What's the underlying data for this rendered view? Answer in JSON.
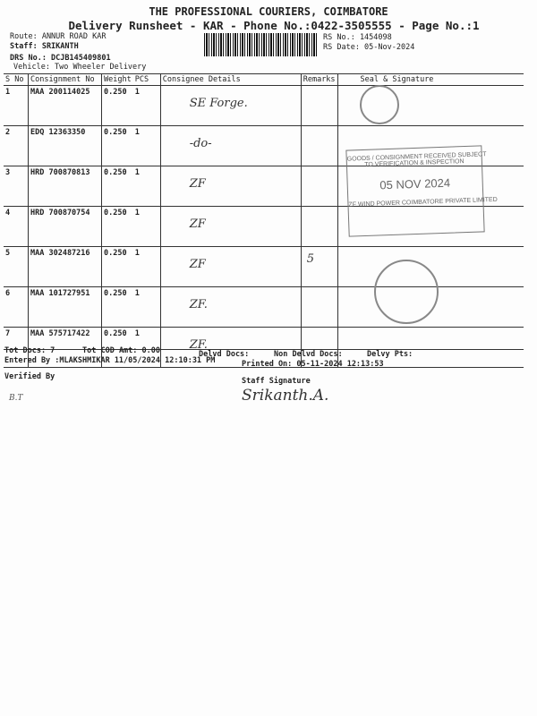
{
  "header": {
    "company": "THE PROFESSIONAL COURIERS, COIMBATORE",
    "subtitle": "Delivery Runsheet - KAR - Phone No.:0422-3505555 - Page No.:1",
    "route": "Route: ANNUR ROAD KAR",
    "staff": "Staff: SRIKANTH",
    "drs": "DRS No.: DCJB145409801",
    "vehicle": "Vehicle: Two Wheeler Delivery",
    "rs_no": "RS No.: 1454098",
    "rs_date": "RS Date: 05-Nov-2024"
  },
  "table": {
    "columns": [
      "S No",
      "Consignment No",
      "Weight",
      "PCS",
      "Consignee Details",
      "Remarks",
      "Seal & Signature"
    ],
    "rows": [
      {
        "sno": "1",
        "cn": "MAA 200114025",
        "wt": "0.250",
        "pcs": "1",
        "consignee": "SE Forge.",
        "remarks": ""
      },
      {
        "sno": "2",
        "cn": "EDQ 12363350",
        "wt": "0.250",
        "pcs": "1",
        "consignee": "-do-",
        "remarks": ""
      },
      {
        "sno": "3",
        "cn": "HRD 700870813",
        "wt": "0.250",
        "pcs": "1",
        "consignee": "ZF",
        "remarks": ""
      },
      {
        "sno": "4",
        "cn": "HRD 700870754",
        "wt": "0.250",
        "pcs": "1",
        "consignee": "ZF",
        "remarks": ""
      },
      {
        "sno": "5",
        "cn": "MAA 302487216",
        "wt": "0.250",
        "pcs": "1",
        "consignee": "ZF",
        "remarks": "5"
      },
      {
        "sno": "6",
        "cn": "MAA 101727951",
        "wt": "0.250",
        "pcs": "1",
        "consignee": "ZF.",
        "remarks": ""
      },
      {
        "sno": "7",
        "cn": "MAA 575717422",
        "wt": "0.250",
        "pcs": "1",
        "consignee": "ZF.",
        "remarks": ""
      }
    ]
  },
  "stamp": {
    "line1": "GOODS / CONSIGNMENT RECEIVED SUBJECT",
    "line2": "TO VERIFICATION & INSPECTION",
    "date": "05 NOV 2024",
    "line3": "ZF WIND POWER COIMBATORE PRIVATE LIMITED"
  },
  "footer": {
    "tot_docs": "Tot Docs:  7",
    "cod": "Tot COD Amt:   0.00",
    "delvd": "Delvd Docs:",
    "non_delvd": "Non Delvd Docs:",
    "pts": "Delvy Pts:",
    "entered": "Entered By :MLAKSHMIKAR 11/05/2024 12:10:31 PM",
    "printed": "Printed On: 05-11-2024 12:13:53",
    "verified": "Verified By",
    "staff_sig": "Staff Signature",
    "staff_sig_hand": "Srikanth.A.",
    "verified_hand": "B.T"
  }
}
